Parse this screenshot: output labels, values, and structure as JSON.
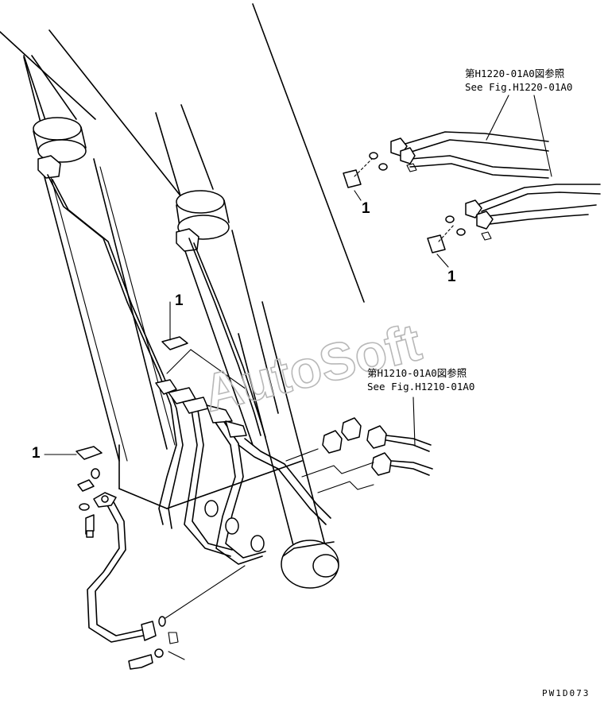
{
  "callouts": {
    "part_number": "1"
  },
  "references": {
    "upper": {
      "jp": "第H1220-01A0図参照",
      "en": "See Fig.H1220-01A0"
    },
    "lower": {
      "jp": "第H1210-01A0図参照",
      "en": "See Fig.H1210-01A0"
    }
  },
  "watermark": "AutoSoft",
  "drawing_code": "PW1D073"
}
